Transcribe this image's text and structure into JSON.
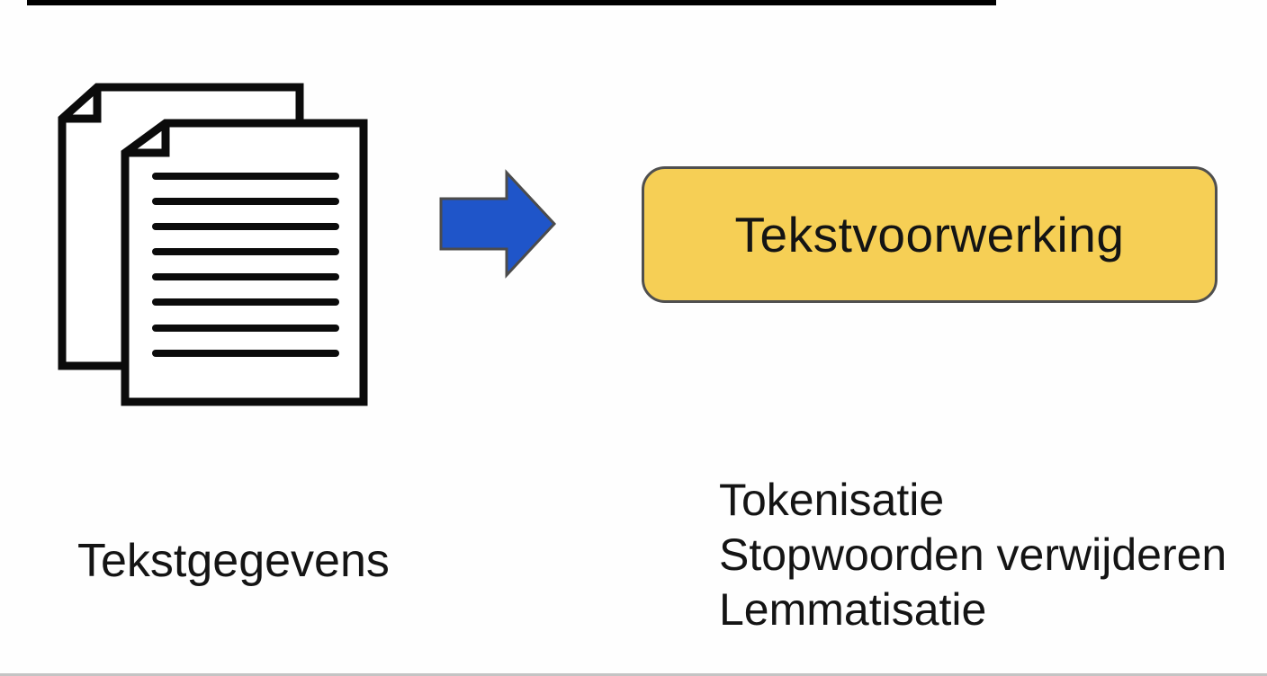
{
  "canvas": {
    "background": "#fefefe"
  },
  "top_bar": {
    "color": "#000000"
  },
  "source": {
    "icon": "documents-icon",
    "label": "Tekstgegevens"
  },
  "arrow": {
    "icon": "arrow-right-icon",
    "direction": "right",
    "color": "#1f55c9",
    "border_color": "#4c4c4c"
  },
  "process_box": {
    "label": "Tekstvoorwerking",
    "fill": "#f6cf55",
    "border_color": "#4f4f4f"
  },
  "steps": {
    "items": [
      "Tokenisatie",
      "Stopwoorden verwijderen",
      "Lemmatisatie"
    ]
  }
}
